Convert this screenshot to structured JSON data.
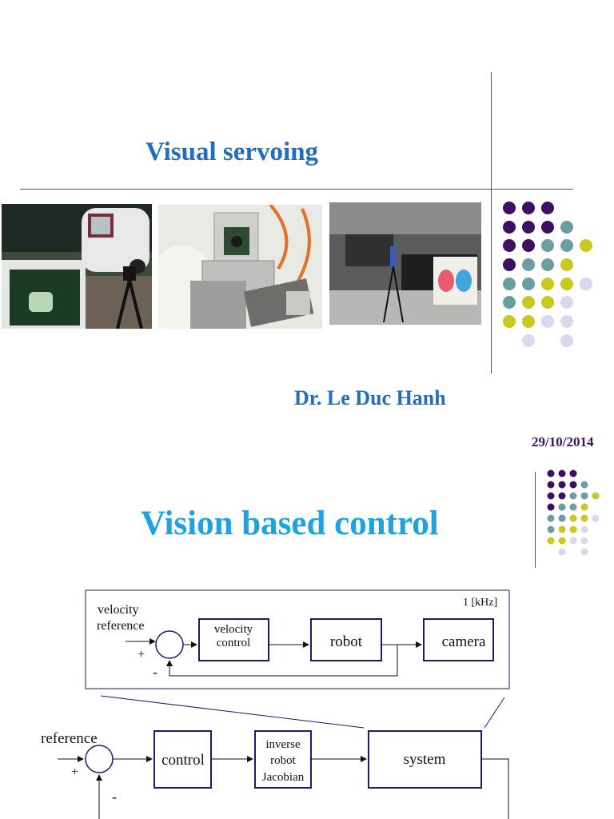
{
  "slide1": {
    "title": "Visual servoing",
    "author": "Dr. Le Duc Hanh",
    "date": "29/10/2014"
  },
  "slide2": {
    "title": "Vision based control"
  },
  "diagram": {
    "inner": {
      "rate": "1 [kHz]",
      "input_label_line1": "velocity",
      "input_label_line2": "reference",
      "plus": "+",
      "minus": "-",
      "block_velocity_control_line1": "velocity",
      "block_velocity_control_line2": "control",
      "block_robot": "robot",
      "block_camera": "camera"
    },
    "outer": {
      "input_label": "reference",
      "plus": "+",
      "minus": "-",
      "block_control": "control",
      "block_jacobian_line1": "inverse",
      "block_jacobian_line2": "robot",
      "block_jacobian_line3": "Jacobian",
      "block_system": "system"
    }
  },
  "colors": {
    "dark_purple": "#3c0f63",
    "teal": "#6a9ea0",
    "yellow_green": "#c9c81e",
    "lavender": "#d9d8ec",
    "title_blue": "#1f6fc0",
    "light_blue": "#1ea3e0",
    "date_purple": "#3b1466",
    "diagram_navy": "#1a1a6e"
  }
}
